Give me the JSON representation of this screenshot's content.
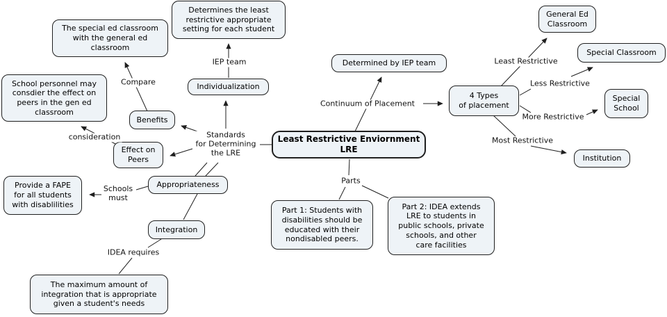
{
  "colors": {
    "background": "#ffffff",
    "node_fill": "#eef3f7",
    "node_border": "#1f1f1f",
    "connector": "#1f1f1f",
    "text": "#000000"
  },
  "nodes": [
    {
      "id": "determines-setting",
      "text": "Determines the least\nrestrictive appropriate\nsetting for each student"
    },
    {
      "id": "special-ed-classroom",
      "text": "The special ed classroom\nwith the general ed\nclassroom"
    },
    {
      "id": "school-personnel",
      "text": "School personnel may\nconsdier the effect on\npeers in the gen ed\nclassroom"
    },
    {
      "id": "individualization",
      "text": "Individualization"
    },
    {
      "id": "benefits",
      "text": "Benefits"
    },
    {
      "id": "effect-on-peers",
      "text": "Effect on\nPeers"
    },
    {
      "id": "lre-root",
      "text": "Least Restrictive Enviornment\nLRE"
    },
    {
      "id": "determined-by-iep",
      "text": "Determined by IEP team"
    },
    {
      "id": "four-types",
      "text": "4 Types\nof placement"
    },
    {
      "id": "general-ed-classroom",
      "text": "General Ed\nClassroom"
    },
    {
      "id": "special-classroom",
      "text": "Special Classroom"
    },
    {
      "id": "special-school",
      "text": "Special\nSchool"
    },
    {
      "id": "institution",
      "text": "Institution"
    },
    {
      "id": "provide-fape",
      "text": "Provide a FAPE\nfor all students\nwith disablilities"
    },
    {
      "id": "appropriateness",
      "text": "Appropriateness"
    },
    {
      "id": "integration",
      "text": "Integration"
    },
    {
      "id": "max-integration",
      "text": "The maximum amount of\nintegration that is appropriate\ngiven a student's needs"
    },
    {
      "id": "part-1",
      "text": "Part 1: Students with\ndisabilities should be\neducated with their\nnondisabled peers."
    },
    {
      "id": "part-2",
      "text": "Part 2: IDEA extends\nLRE to students in\npublic schools, private\nschools, and other\ncare facilities"
    }
  ],
  "labels": [
    {
      "id": "iep-team",
      "text": "IEP team"
    },
    {
      "id": "compare",
      "text": "Compare"
    },
    {
      "id": "consideration",
      "text": "consideration"
    },
    {
      "id": "standards",
      "text": "Standards\nfor Determining\nthe LRE"
    },
    {
      "id": "continuum",
      "text": "Continuum of Placement"
    },
    {
      "id": "least-restrictive",
      "text": "Least Restrictive"
    },
    {
      "id": "less-restrictive",
      "text": "Less Restrictive"
    },
    {
      "id": "more-restrictive",
      "text": "More Restrictive"
    },
    {
      "id": "most-restrictive",
      "text": "Most Restrictive"
    },
    {
      "id": "schools-must",
      "text": "Schools\nmust"
    },
    {
      "id": "idea-requires",
      "text": "IDEA requires"
    },
    {
      "id": "parts",
      "text": "Parts"
    }
  ]
}
